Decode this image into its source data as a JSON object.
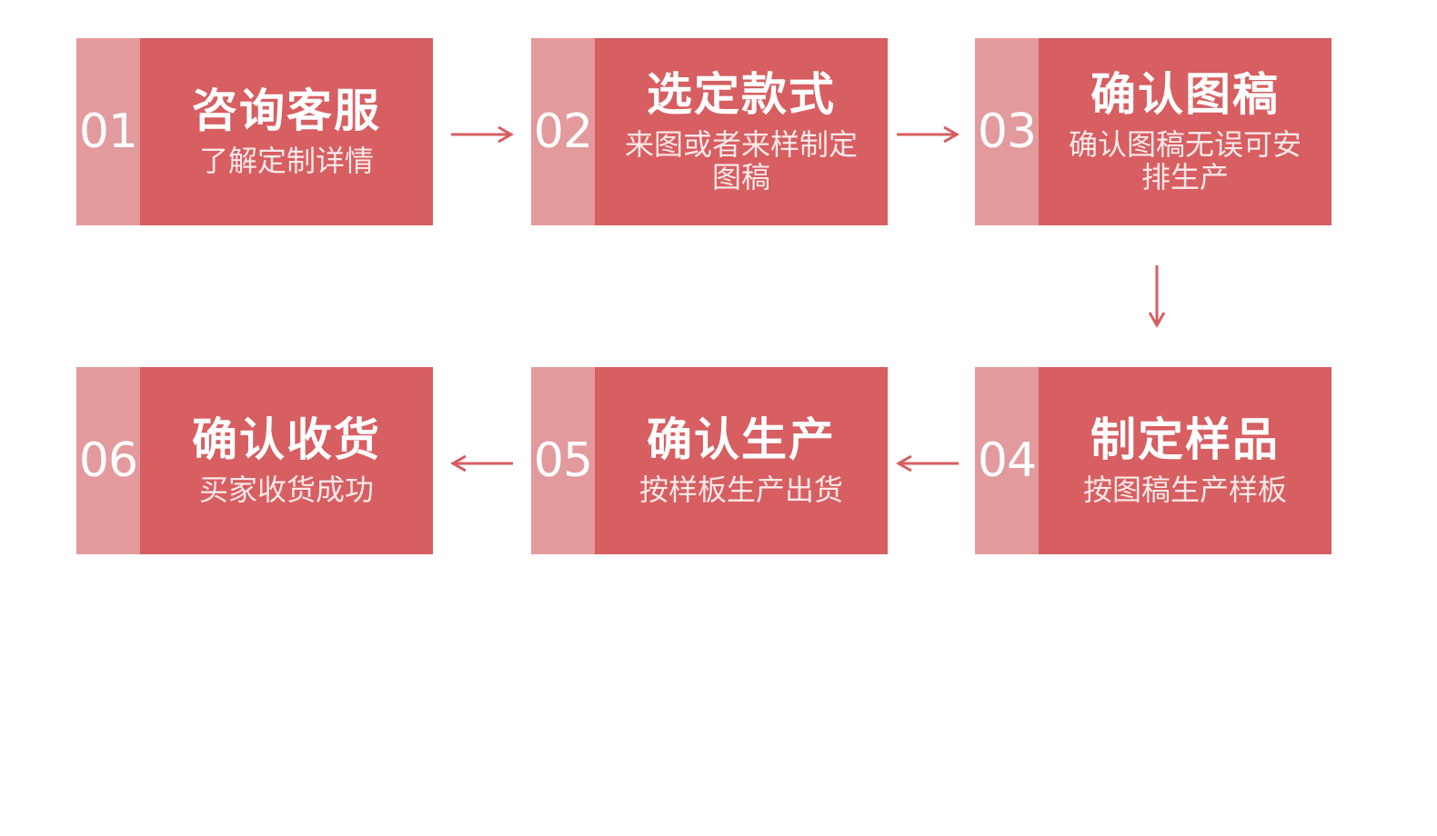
{
  "colors": {
    "number_panel": "#e39a9c",
    "body_panel": "#d75e61",
    "arrow": "#d75e61",
    "text": "#ffffff"
  },
  "steps": [
    {
      "number": "01",
      "title": "咨询客服",
      "desc": "了解定制详情"
    },
    {
      "number": "02",
      "title": "选定款式",
      "desc": "来图或者来样制定图稿"
    },
    {
      "number": "03",
      "title": "确认图稿",
      "desc": "确认图稿无误可安排生产"
    },
    {
      "number": "04",
      "title": "制定样品",
      "desc": "按图稿生产样板"
    },
    {
      "number": "05",
      "title": "确认生产",
      "desc": "按样板生产出货"
    },
    {
      "number": "06",
      "title": "确认收货",
      "desc": "买家收货成功"
    }
  ],
  "arrows": [
    {
      "from": "01",
      "to": "02",
      "direction": "right"
    },
    {
      "from": "02",
      "to": "03",
      "direction": "right"
    },
    {
      "from": "03",
      "to": "04",
      "direction": "down"
    },
    {
      "from": "04",
      "to": "05",
      "direction": "left"
    },
    {
      "from": "05",
      "to": "06",
      "direction": "left"
    }
  ]
}
